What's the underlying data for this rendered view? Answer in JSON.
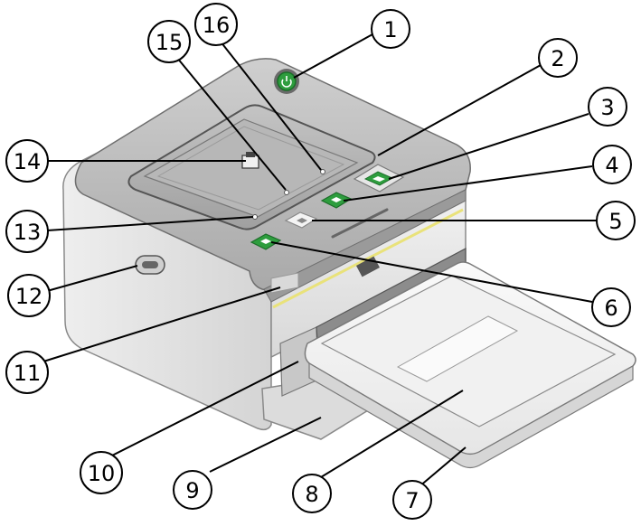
{
  "callouts": [
    {
      "label": "1"
    },
    {
      "label": "2"
    },
    {
      "label": "3"
    },
    {
      "label": "4"
    },
    {
      "label": "5"
    },
    {
      "label": "6"
    },
    {
      "label": "7"
    },
    {
      "label": "8"
    },
    {
      "label": "9"
    },
    {
      "label": "10"
    },
    {
      "label": "11"
    },
    {
      "label": "12"
    },
    {
      "label": "13"
    },
    {
      "label": "14"
    },
    {
      "label": "15"
    },
    {
      "label": "16"
    }
  ],
  "colors": {
    "button_green": "#2e9d3e",
    "led_yellow": "#e9e27a",
    "body_gray": "#b5b5b5",
    "tray_white": "#f4f4f4"
  },
  "icons": [
    "power-button-icon",
    "navigation-pad-icon",
    "print-button-icon",
    "cancel-button-icon",
    "auto-fix-button-icon",
    "dock-connector-icon",
    "usb-port-icon"
  ]
}
